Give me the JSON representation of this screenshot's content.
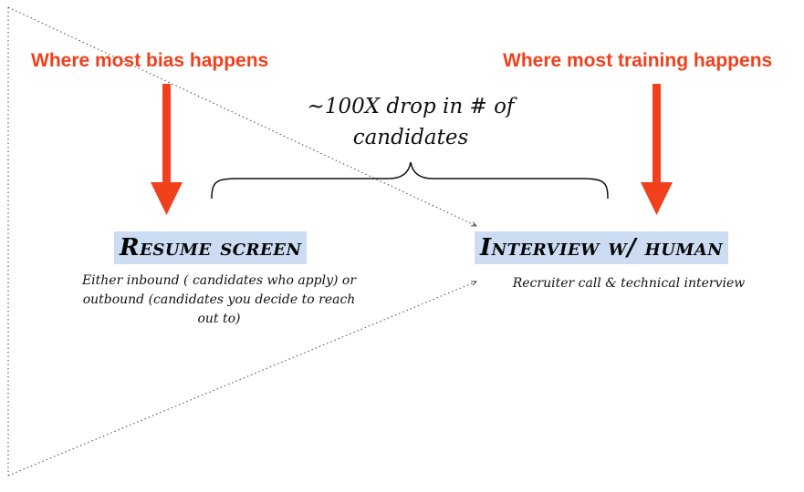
{
  "callouts": {
    "left": "Where most bias happens",
    "right": "Where most training happens"
  },
  "drop_label": "~100X drop in # of candidates",
  "stages": {
    "resume": {
      "title": "Resume screen",
      "description": "Either inbound ( candidates who apply) or outbound (candidates you decide to reach out to)"
    },
    "interview": {
      "title": "Interview w/ human",
      "description": "Recruiter call & technical interview"
    }
  },
  "colors": {
    "callout": "#f0401c",
    "arrow": "#f0401c",
    "stage_highlight": "#cbdcf3",
    "ink": "#111111"
  }
}
